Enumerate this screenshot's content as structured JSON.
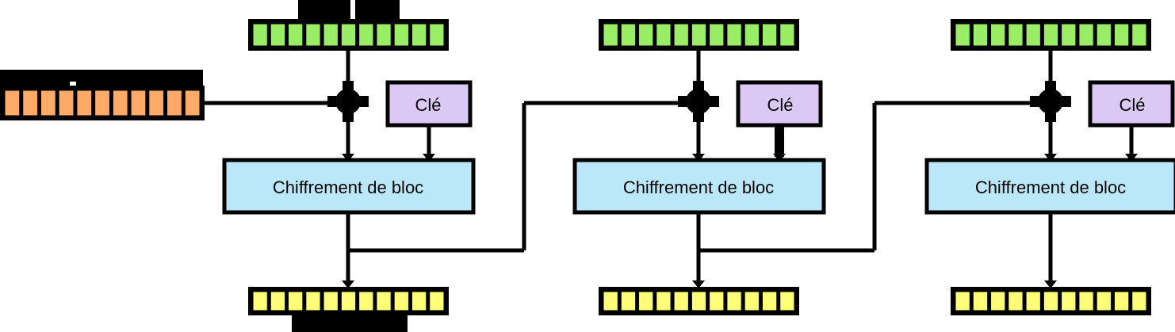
{
  "stages": [
    {
      "key_label": "Clé",
      "cipher_label": "Chiffrement de bloc"
    },
    {
      "key_label": "Clé",
      "cipher_label": "Chiffrement de bloc"
    },
    {
      "key_label": "Clé",
      "cipher_label": "Chiffrement de bloc"
    }
  ],
  "blocks": {
    "cells_per_block": 11,
    "iv_cells_per_block": 11
  },
  "colors": {
    "plaintext_cell": "#99ee66",
    "iv_cell": "#ffaa66",
    "key_box": "#dcc8f4",
    "cipher_box": "#bbe8f8",
    "ciphertext_cell": "#ffff77",
    "line": "#000000"
  }
}
